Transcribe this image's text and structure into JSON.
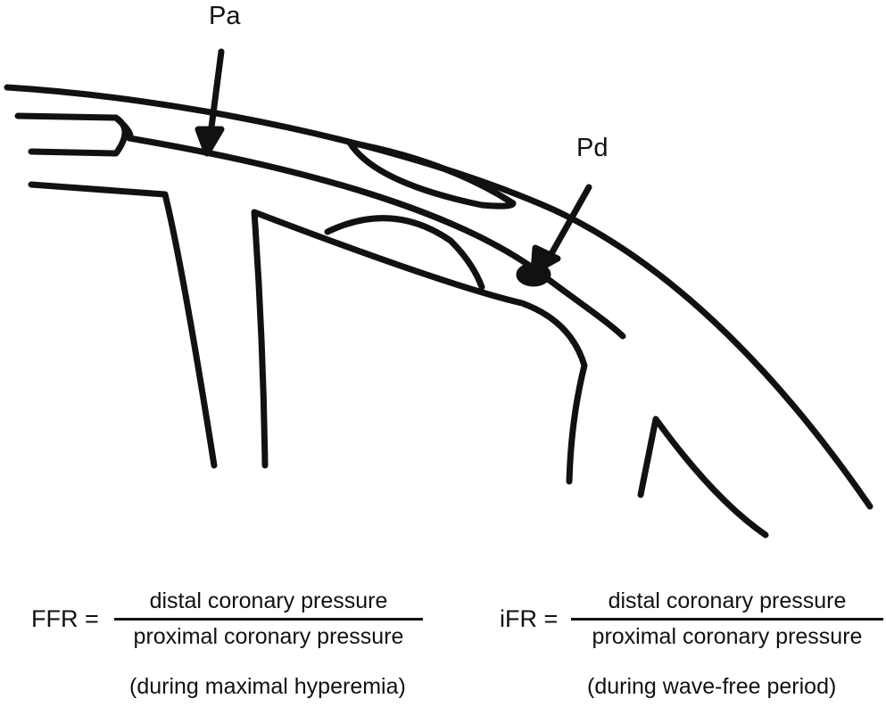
{
  "labels": {
    "pa": "Pa",
    "pd": "Pd"
  },
  "ffr": {
    "lhs": "FFR =",
    "numerator": "distal coronary pressure",
    "denominator": "proximal coronary pressure",
    "condition": "(during maximal hyperemia)"
  },
  "ifr": {
    "lhs": "iFR =",
    "numerator": "distal coronary pressure",
    "denominator": "proximal coronary pressure",
    "condition": "(during wave-free period)"
  }
}
